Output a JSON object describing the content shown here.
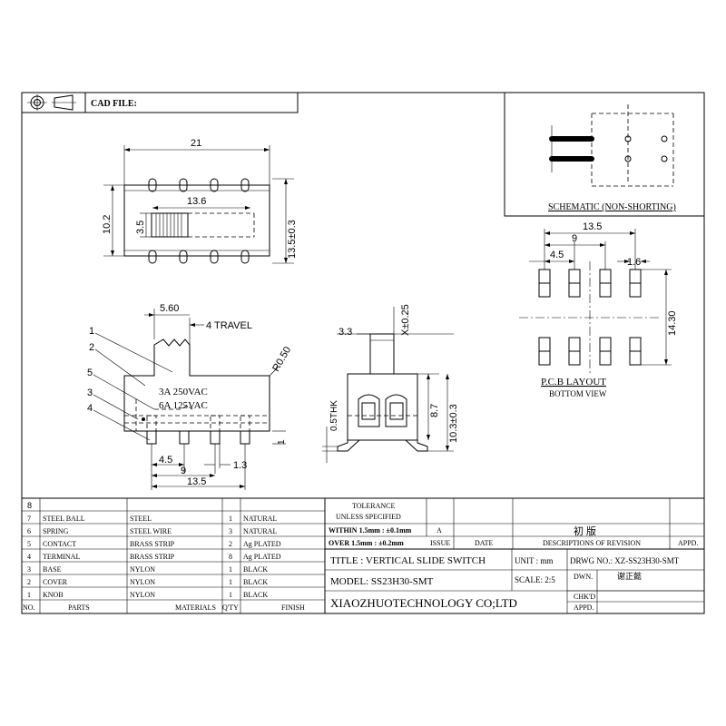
{
  "header": {
    "cad_file_label": "CAD FILE:"
  },
  "top_view": {
    "dim_width": "21",
    "dim_pin_span": "13.6",
    "dim_height": "10.2",
    "dim_knob": "3.5",
    "dim_pad_span": "13.5±0.3"
  },
  "schematic": {
    "title": "SCHEMATIC (NON-SHORTING)"
  },
  "pcb_layout": {
    "dim_outer": "13.5",
    "dim_mid": "9",
    "dim_inner": "4.5",
    "dim_pad": "1.6",
    "dim_height": "14.30",
    "title": "P.C.B LAYOUT",
    "subtitle": "BOTTOM VIEW"
  },
  "front_view": {
    "dim_knob_width": "5.60",
    "travel": "4 TRAVEL",
    "radius": "R0.50",
    "rating_1": "3A  250VAC",
    "rating_2": "6A  125VAC",
    "dim_1": "1",
    "dim_pitch": "4.5",
    "dim_9": "9",
    "dim_13": "1.3",
    "dim_135": "13.5",
    "callouts": [
      "1",
      "2",
      "5",
      "3",
      "4"
    ]
  },
  "side_view": {
    "dim_33": "3.3",
    "dim_x": "X±0.25",
    "dim_thk": "0.5THK",
    "dim_87": "8.7",
    "dim_103": "10.3±0.3"
  },
  "bom": {
    "blank_no": "8",
    "headers": {
      "no": "NO.",
      "parts": "PARTS",
      "materials": "MATERIALS",
      "qty": "Q'TY",
      "finish": "FINISH"
    },
    "rows": [
      {
        "no": "7",
        "part": "STEEL BALL",
        "material": "STEEL",
        "qty": "1",
        "finish": "NATURAL"
      },
      {
        "no": "6",
        "part": "SPRING",
        "material": "STEEL WIRE",
        "qty": "3",
        "finish": "NATURAL"
      },
      {
        "no": "5",
        "part": "CONTACT",
        "material": "BRASS STRIP",
        "qty": "2",
        "finish": "Ag PLATED"
      },
      {
        "no": "4",
        "part": "TERMINAL",
        "material": "BRASS STRIP",
        "qty": "8",
        "finish": "Ag PLATED"
      },
      {
        "no": "3",
        "part": "BASE",
        "material": "NYLON",
        "qty": "1",
        "finish": "BLACK"
      },
      {
        "no": "2",
        "part": "COVER",
        "material": "NYLON",
        "qty": "1",
        "finish": "BLACK"
      },
      {
        "no": "1",
        "part": "KNOB",
        "material": "NYLON",
        "qty": "1",
        "finish": "BLACK"
      }
    ]
  },
  "title_block": {
    "tolerance": "TOLERANCE",
    "unless": "UNLESS SPECIFIED",
    "within": "WITHIN 1.5mm : ±0.1mm",
    "over": "OVER 1.5mm : ±0.2mm",
    "rev_a": "A",
    "issue": "ISSUE",
    "date": "DATE",
    "revision_note": "初 版",
    "descriptions": "DESCRIPTIONS OF REVISION",
    "appd_rev": "APPD.",
    "title": "TITLE :  VERTICAL SLIDE SWITCH",
    "unit": "UNIT :  mm",
    "drwg": "DRWG NO.: XZ-SS23H30-SMT",
    "model": "MODEL:   SS23H30-SMT",
    "scale": "SCALE:  2:5",
    "dwn": "DWN.",
    "dwn_name": "谢正懿",
    "chkd": "CHK'D",
    "appd": "APPD.",
    "company": "XIAOZHUOTECHNOLOGY CO;LTD"
  }
}
